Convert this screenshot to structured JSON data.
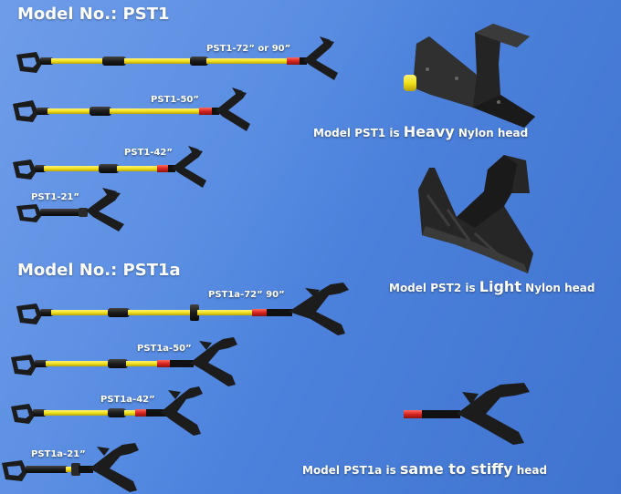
{
  "sections": {
    "pst1_title": "Model No.: PST1",
    "pst1a_title": "Model No.: PST1a"
  },
  "pst1_poles": [
    {
      "label": "PST1-72”  or  90”"
    },
    {
      "label": "PST1-50”"
    },
    {
      "label": "PST1-42”"
    },
    {
      "label": "PST1-21”"
    }
  ],
  "pst1a_poles": [
    {
      "label": "PST1a-72”  90”"
    },
    {
      "label": "PST1a-50”"
    },
    {
      "label": "PST1a-42”"
    },
    {
      "label": "PST1a-21”"
    }
  ],
  "captions": {
    "heavy": {
      "prefix": "Model PST1 is ",
      "emphasis": "Heavy",
      "suffix": " Nylon head"
    },
    "light": {
      "prefix": "Model PST2 is ",
      "emphasis": "Light",
      "suffix": " Nylon head"
    },
    "stiffy": {
      "prefix": "Model PST1a is ",
      "emphasis": "same to stiffy",
      "suffix": " head"
    }
  },
  "colors": {
    "background": "#4f86e0",
    "shaft_yellow": "#f2e21b",
    "collar_red": "#d8241f",
    "handle_black": "#1c1c1c"
  }
}
